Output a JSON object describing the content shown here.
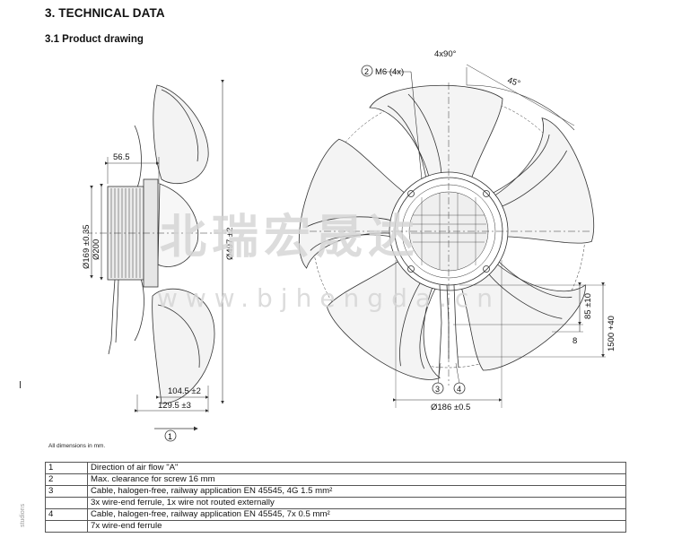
{
  "section_title": "3. TECHNICAL DATA",
  "subsection_title": "3.1 Product drawing",
  "side_text": "studions",
  "watermark": {
    "chinese": "北瑞宏晟达",
    "url": "www.bjhengda.cn"
  },
  "dimensions": {
    "d_56_5": "56.5",
    "d_200": "Ø200",
    "d_169": "Ø169 ±0.35",
    "d_497": "Ø497 ±2",
    "d_104_5": "104.5 ±2",
    "d_129_5": "129.5 ±3",
    "d_m6": "M6 (4x)",
    "d_4x90": "4x90°",
    "d_45": "45°",
    "d_85": "85 ±10",
    "d_1500": "1500 +40",
    "d_8": "8",
    "d_186": "Ø186 ±0.5"
  },
  "callouts": {
    "c1": "1",
    "c2": "2",
    "c3": "3",
    "c4": "4"
  },
  "note": "All dimensions in mm.",
  "legend": [
    {
      "num": "1",
      "text": "Direction of air flow \"A\""
    },
    {
      "num": "2",
      "text": "Max. clearance for screw 16 mm"
    },
    {
      "num": "3",
      "text": "Cable, halogen-free, railway application EN 45545, 4G 1.5 mm²"
    },
    {
      "num": "",
      "text": "3x wire-end ferrule, 1x wire not routed externally"
    },
    {
      "num": "4",
      "text": "Cable, halogen-free, railway application EN 45545, 7x 0.5 mm²"
    },
    {
      "num": "",
      "text": "7x wire-end ferrule"
    }
  ],
  "colors": {
    "line": "#333333",
    "fill": "#f4f4f4",
    "watermark": "#dcdcdc"
  }
}
